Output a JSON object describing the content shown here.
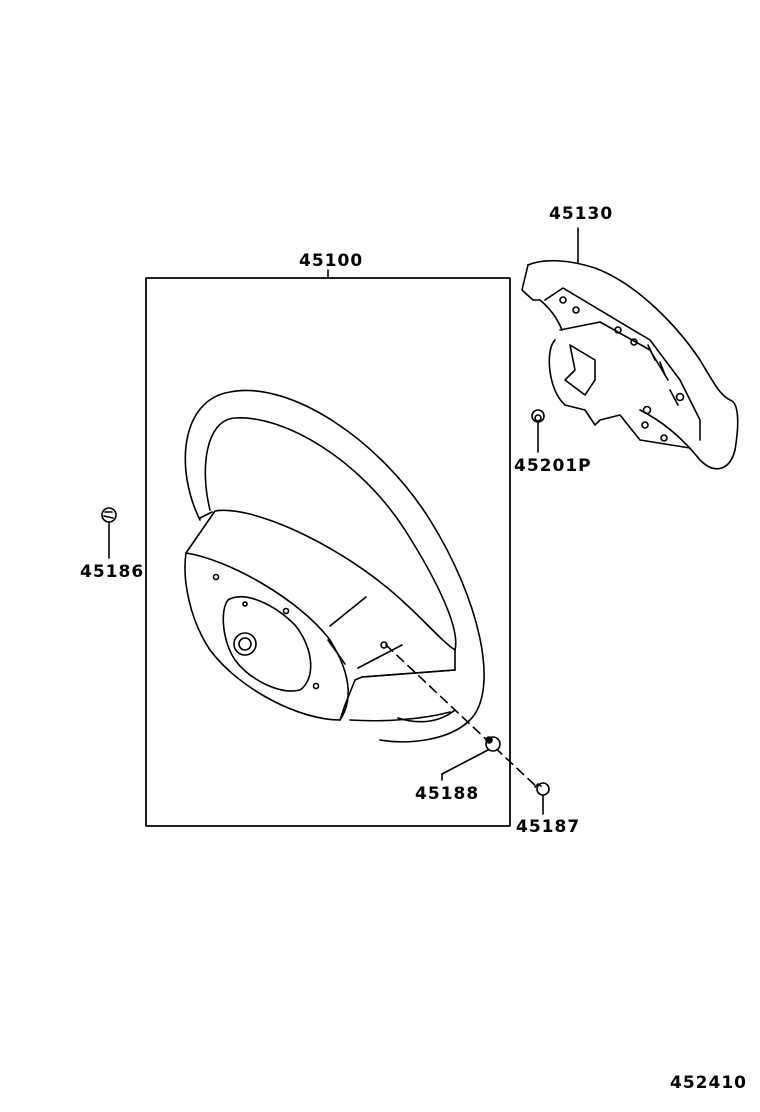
{
  "diagram": {
    "title": "Steering wheel parts diagram",
    "figure_number": "452410",
    "parts": [
      {
        "id": "45100",
        "label": "45100",
        "description": "steering wheel assembly (boxed group)"
      },
      {
        "id": "45130",
        "label": "45130",
        "description": "steering wheel pad / cover"
      },
      {
        "id": "45201P",
        "label": "45201P",
        "description": "nut"
      },
      {
        "id": "45186",
        "label": "45186",
        "description": "clip / screw"
      },
      {
        "id": "45188",
        "label": "45188",
        "description": "screw"
      },
      {
        "id": "45187",
        "label": "45187",
        "description": "clip"
      }
    ]
  }
}
